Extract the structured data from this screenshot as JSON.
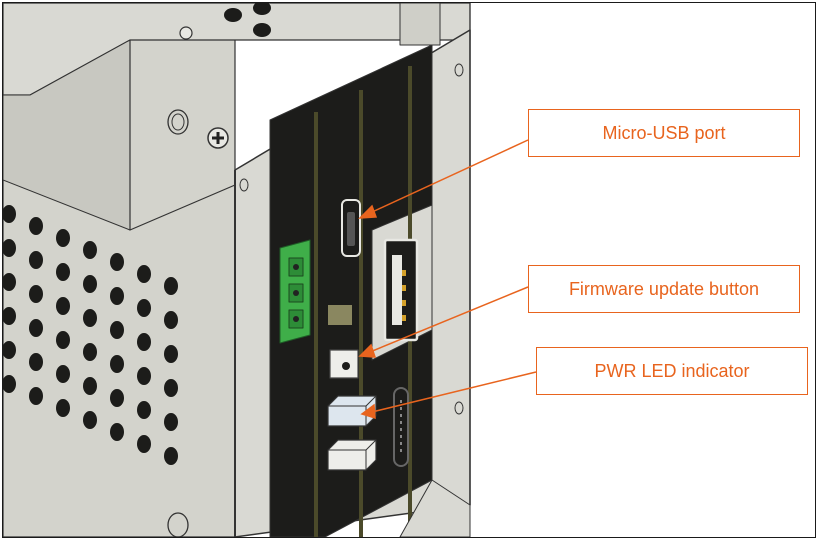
{
  "colors": {
    "callout": "#e8641e",
    "chassis": "#d6d6d0",
    "panel": "#1c1c1a",
    "terminal_block": "#3fae49"
  },
  "callouts": [
    {
      "id": "micro-usb",
      "label": "Micro-USB port"
    },
    {
      "id": "firmware",
      "label": "Firmware update button"
    },
    {
      "id": "pwr-led",
      "label": "PWR LED indicator"
    }
  ]
}
